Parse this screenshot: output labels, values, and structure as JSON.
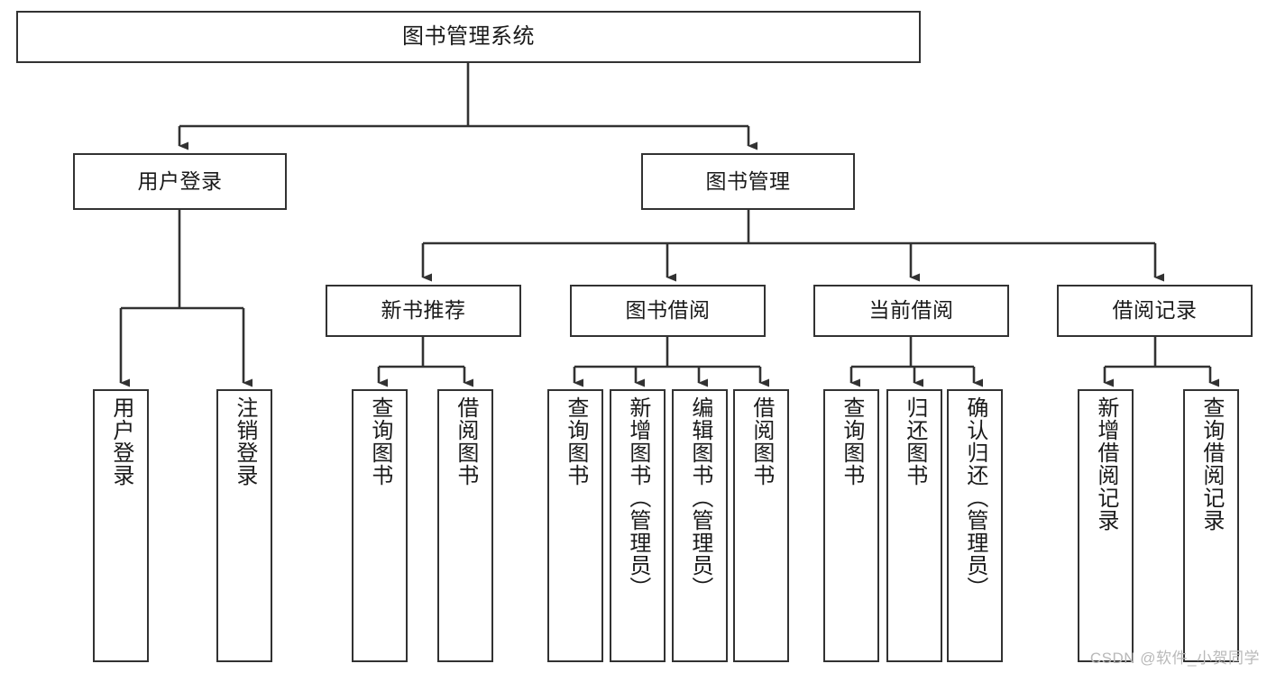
{
  "diagram": {
    "title": "图书管理系统",
    "type": "tree-hierarchy-chart",
    "watermark": "CSDN @软件_小贺同学",
    "colors": {
      "stroke": "#323232",
      "fill": "#ffffff",
      "text": "#1a1a1a",
      "watermark": "#b9b9b9"
    },
    "nodes": {
      "root": {
        "label": "图书管理系统"
      },
      "level2": [
        {
          "label": "用户登录"
        },
        {
          "label": "图书管理"
        }
      ],
      "level3": [
        {
          "label": "新书推荐"
        },
        {
          "label": "图书借阅"
        },
        {
          "label": "当前借阅"
        },
        {
          "label": "借阅记录"
        }
      ],
      "leaves_user_login": [
        {
          "label": "用户登录"
        },
        {
          "label": "注销登录"
        }
      ],
      "leaves_new_book": [
        {
          "label": "查询图书"
        },
        {
          "label": "借阅图书"
        }
      ],
      "leaves_borrow": [
        {
          "label": "查询图书"
        },
        {
          "label": "新增图书（管理员）"
        },
        {
          "label": "编辑图书（管理员）"
        },
        {
          "label": "借阅图书"
        }
      ],
      "leaves_current": [
        {
          "label": "查询图书"
        },
        {
          "label": "归还图书"
        },
        {
          "label": "确认归还（管理员）"
        }
      ],
      "leaves_records": [
        {
          "label": "新增借阅记录"
        },
        {
          "label": "查询借阅记录"
        }
      ]
    }
  }
}
